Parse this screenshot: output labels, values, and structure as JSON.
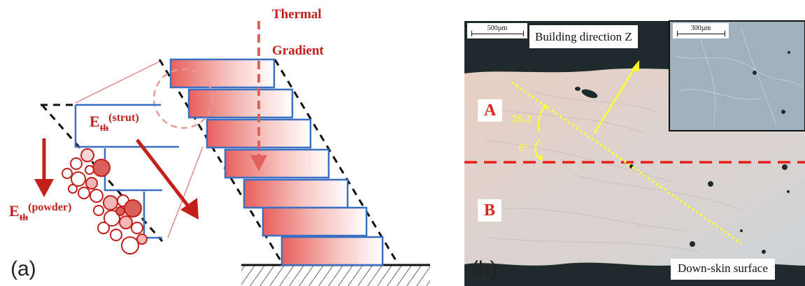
{
  "panel_a": {
    "label": "(a)",
    "thermal_gradient_line1": "Thermal",
    "thermal_gradient_line2": "Gradient",
    "eth_strut_main": "E",
    "eth_strut_sub": "th",
    "eth_strut_sup": "(strut)",
    "eth_powder_main": "E",
    "eth_powder_sub": "th",
    "eth_powder_sup": "(powder)"
  },
  "panel_b": {
    "label": "(b)",
    "region_a": "A",
    "region_b": "B",
    "building_direction": "Building direction Z",
    "down_skin": "Down-skin surface",
    "scale_main": "500µm",
    "scale_inset": "300µm",
    "angle_1": "35.2",
    "angle_2": "6°"
  },
  "colors": {
    "accent_red": "#c3201c",
    "yellow": "#ffff2e",
    "blue_outline": "#3a6fc4"
  }
}
